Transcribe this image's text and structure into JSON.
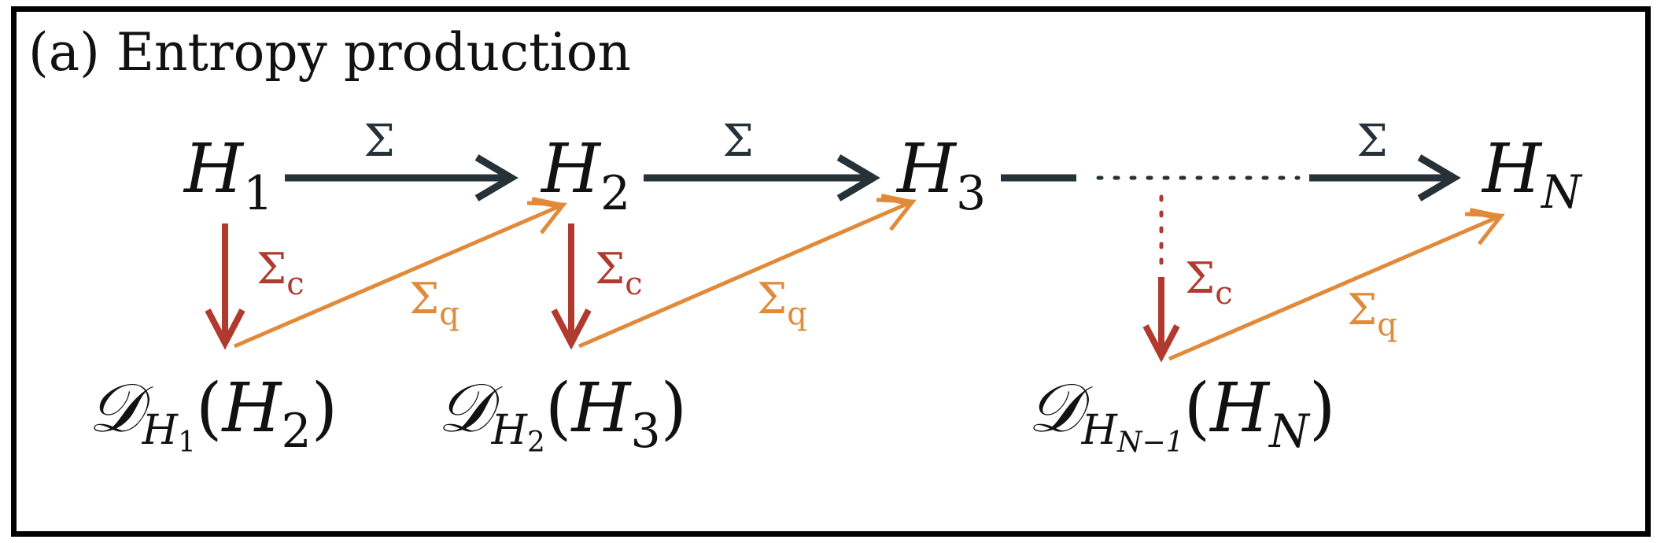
{
  "title": "(a) Entropy production",
  "colors": {
    "dark_arrow": "#263238",
    "classical": "#b03a2e",
    "quantum": "#e08a3a",
    "text": "#111111",
    "frame": "#000000"
  },
  "nodes": {
    "h1": {
      "base": "H",
      "sub": "1"
    },
    "h2": {
      "base": "H",
      "sub": "2"
    },
    "h3": {
      "base": "H",
      "sub": "3"
    },
    "hn": {
      "base": "H",
      "sub": "N"
    }
  },
  "lower_nodes": {
    "d1": {
      "op": "𝒟",
      "op_sub": "H",
      "op_subsub": "1",
      "open": "(",
      "arg": "H",
      "arg_sub": "2",
      "close": ")"
    },
    "d2": {
      "op": "𝒟",
      "op_sub": "H",
      "op_subsub": "2",
      "open": "(",
      "arg": "H",
      "arg_sub": "3",
      "close": ")"
    },
    "dn": {
      "op": "𝒟",
      "op_sub": "H",
      "op_subsub": "N−1",
      "open": "(",
      "arg": "H",
      "arg_sub": "N",
      "close": ")"
    }
  },
  "labels": {
    "sigma": "Σ",
    "sigma_c_base": "Σ",
    "sigma_c_sub": "c",
    "sigma_q_base": "Σ",
    "sigma_q_sub": "q"
  }
}
